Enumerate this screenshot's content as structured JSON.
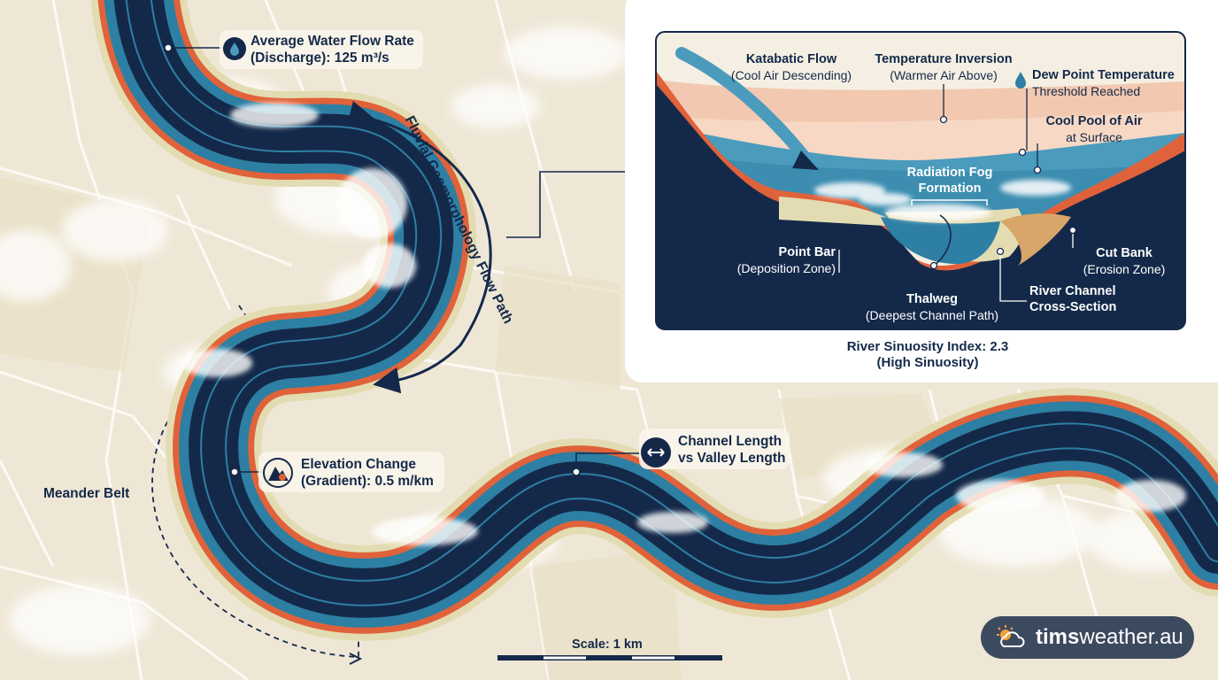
{
  "map_labels": {
    "discharge_title": "Average Water Flow Rate",
    "discharge_value": "(Discharge): 125 m³/s",
    "flow_path": "Fluvial Geomorphology Flow Path",
    "meander_belt": "Meander Belt",
    "elevation_title": "Elevation Change",
    "elevation_value": "(Gradient): 0.5 m/km",
    "channel_title": "Channel Length",
    "channel_value": "vs Valley Length",
    "scale": "Scale: 1 km"
  },
  "inset": {
    "katabatic_title": "Katabatic Flow",
    "katabatic_sub": "(Cool Air Descending)",
    "inversion_title": "Temperature Inversion",
    "inversion_sub": "(Warmer Air Above)",
    "dewpoint_title": "Dew Point Temperature",
    "dewpoint_sub": "Threshold Reached",
    "coolpool_title": "Cool Pool of Air",
    "coolpool_sub": "at Surface",
    "fog_line1": "Radiation Fog",
    "fog_line2": "Formation",
    "pointbar_title": "Point Bar",
    "pointbar_sub": "(Deposition Zone)",
    "cutbank_title": "Cut Bank",
    "cutbank_sub": "(Erosion Zone)",
    "thalweg_title": "Thalweg",
    "thalweg_sub": "(Deepest Channel Path)",
    "channel_title": "River Channel",
    "channel_sub": "Cross-Section",
    "sinuosity_line1": "River Sinuosity Index: 2.3",
    "sinuosity_line2": "(High Sinuosity)"
  },
  "brand": {
    "bold": "tims",
    "rest": "weather.au"
  },
  "colors": {
    "navy": "#14294a",
    "teal": "#2d7fa3",
    "orange": "#e0623a",
    "sand": "#e3dcb2",
    "cream": "#efe7d6"
  }
}
